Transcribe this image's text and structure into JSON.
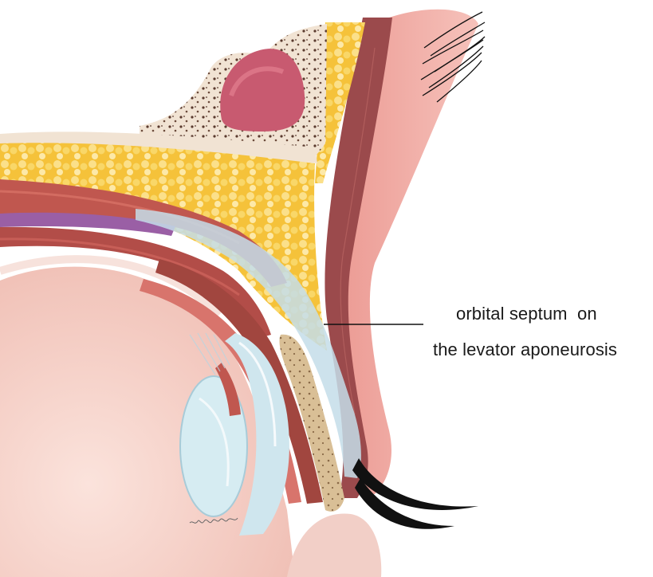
{
  "illustration": {
    "subject": "upper eyelid sagittal cross-section",
    "palette": {
      "skin": "#f0a8a0",
      "skin_light": "#f8d6d0",
      "orbicularis": "#9b4a4c",
      "fat": "#f5c23a",
      "fat_light": "#fbe08a",
      "bone": "#f1e3d3",
      "bone_dots": "#5a3a2e",
      "sinus": "#c85a70",
      "muscle": "#c0574f",
      "muscle_dark": "#8c3a3a",
      "levator_purple": "#9a5fa5",
      "aponeurosis_blue": "#c4dde9",
      "tarsus": "#d9bf96",
      "cornea": "#cfe6ee",
      "globe": "#f3c9c0",
      "lashes": "#111111"
    }
  },
  "annotation": {
    "line1": "orbital septum  on",
    "line2": "the levator aponeurosis"
  }
}
